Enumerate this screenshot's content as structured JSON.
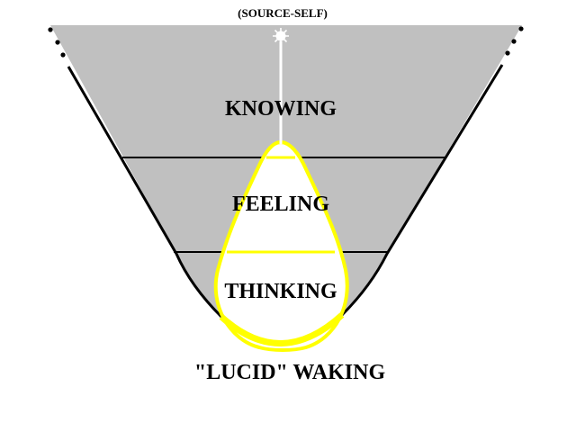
{
  "diagram": {
    "source_label": "(SOURCE-SELF)",
    "levels": [
      {
        "id": "knowing",
        "label": "KNOWING"
      },
      {
        "id": "feeling",
        "label": "FEELING"
      },
      {
        "id": "thinking",
        "label": "THINKING"
      }
    ],
    "bottom_label": "\"LUCID\" WAKING"
  },
  "colors": {
    "background": "#ffffff",
    "funnel_fill": "#c0c0c0",
    "funnel_outline": "#000000",
    "drop_outline": "#ffff00",
    "drop_fill": "#ffffff",
    "beam": "#ffffff",
    "text": "#000000"
  },
  "icons": {
    "source": "sun-burst-icon"
  }
}
